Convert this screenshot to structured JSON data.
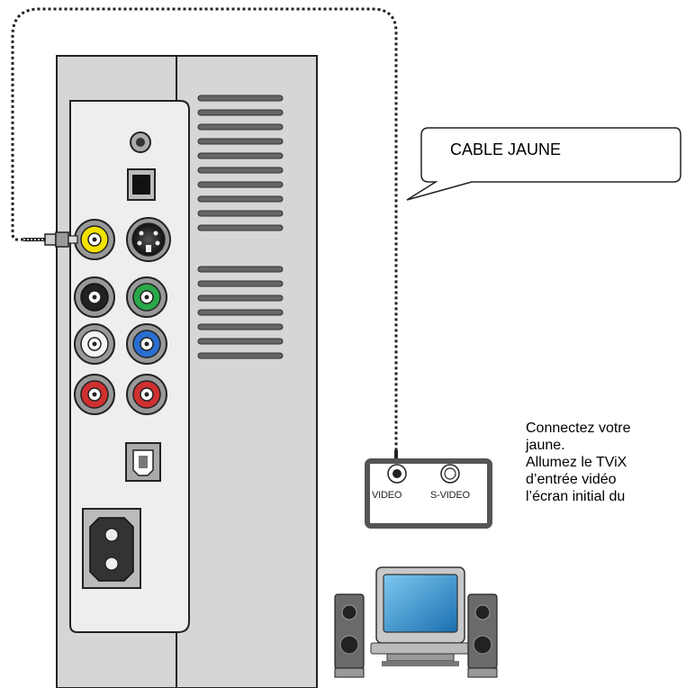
{
  "callout": {
    "text": "CABLE JAUNE"
  },
  "description": {
    "line1": "Connectez votre",
    "line2": "jaune.",
    "line3": "Allumez le TViX",
    "line4": "d’entrée vidéo",
    "line5": "l’écran initial du"
  },
  "tv_input_panel": {
    "video_label": "VIDEO",
    "svideo_label": "S-VIDEO"
  },
  "cable": {
    "color_name": "yellow",
    "color": "#e8d200"
  }
}
